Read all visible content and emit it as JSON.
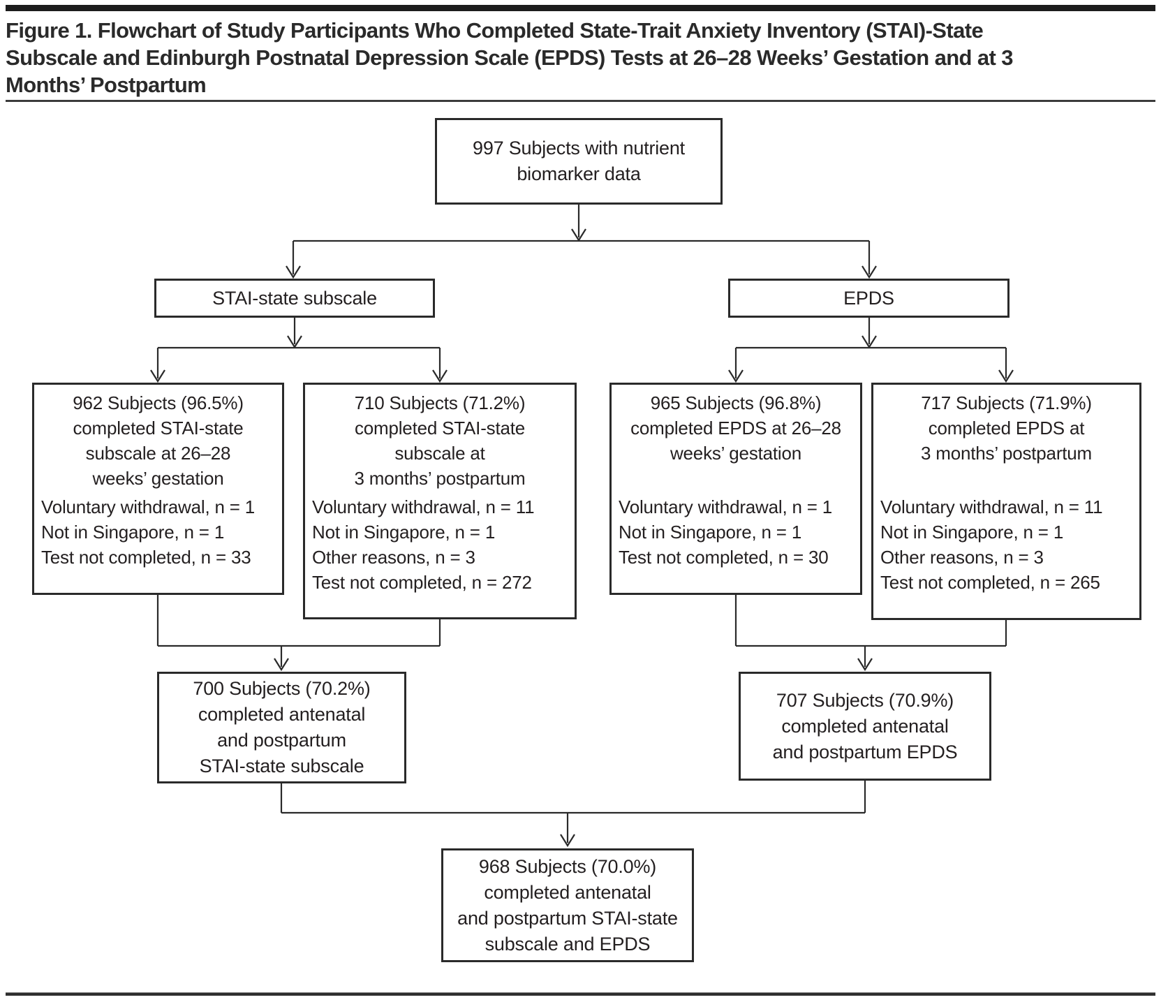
{
  "figure": {
    "title_lines": [
      "Figure 1. Flowchart of Study Participants Who Completed State-Trait Anxiety Inventory (STAI)-State",
      "Subscale and Edinburgh Postnatal Depression Scale (EPDS) Tests at 26–28 Weeks’ Gestation and at 3",
      "Months’ Postpartum"
    ]
  },
  "flowchart": {
    "root": {
      "lines": [
        "997 Subjects with nutrient",
        "biomarker data"
      ]
    },
    "stai_branch": {
      "label": "STAI-state subscale"
    },
    "epds_branch": {
      "label": "EPDS"
    },
    "stai_antenatal": {
      "header": [
        "962 Subjects (96.5%)",
        "completed STAI-state",
        "subscale at 26–28",
        "weeks’ gestation"
      ],
      "reasons": [
        "Voluntary withdrawal, n = 1",
        "Not in Singapore, n = 1",
        "Test not completed, n = 33"
      ]
    },
    "stai_postpartum": {
      "header": [
        "710 Subjects (71.2%)",
        "completed STAI-state",
        "subscale at",
        "3 months’ postpartum"
      ],
      "reasons": [
        "Voluntary withdrawal, n = 11",
        "Not in Singapore, n = 1",
        "Other reasons, n = 3",
        "Test not completed, n = 272"
      ]
    },
    "epds_antenatal": {
      "header": [
        "965 Subjects (96.8%)",
        "completed EPDS at 26–28",
        "weeks’ gestation"
      ],
      "reasons": [
        "Voluntary withdrawal, n = 1",
        "Not in Singapore, n = 1",
        "Test not completed, n = 30"
      ]
    },
    "epds_postpartum": {
      "header": [
        "717 Subjects (71.9%)",
        "completed EPDS at",
        "3 months’ postpartum"
      ],
      "reasons": [
        "Voluntary withdrawal, n = 11",
        "Not in Singapore, n = 1",
        "Other reasons, n = 3",
        "Test not completed, n = 265"
      ]
    },
    "stai_both": {
      "lines": [
        "700 Subjects (70.2%)",
        "completed antenatal",
        "and postpartum",
        "STAI-state subscale"
      ]
    },
    "epds_both": {
      "lines": [
        "707 Subjects (70.9%)",
        "completed antenatal",
        "and postpartum EPDS"
      ]
    },
    "final": {
      "lines": [
        "968 Subjects (70.0%)",
        "completed antenatal",
        "and postpartum STAI-state",
        "subscale and EPDS"
      ]
    }
  },
  "colors": {
    "line": "#2a2a2a",
    "text": "#231f20",
    "rule": "#1c1c1c",
    "background": "#ffffff"
  }
}
